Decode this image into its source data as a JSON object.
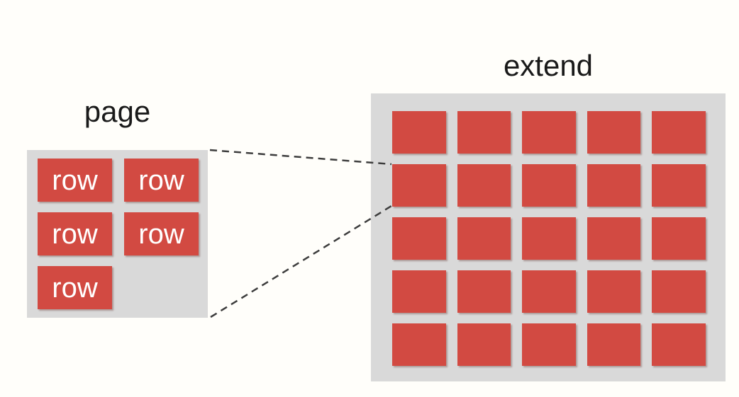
{
  "labels": {
    "page": "page",
    "extend": "extend"
  },
  "page_panel": {
    "columns": 2,
    "cells": [
      "row",
      "row",
      "row",
      "row",
      "row"
    ]
  },
  "extend_panel": {
    "rows": 5,
    "columns": 5,
    "cell_count": 25
  },
  "connectors": [
    {
      "from": "page-panel-top-right-corner",
      "to": "extend-grid-row2-cell1-top-left"
    },
    {
      "from": "page-panel-bottom-right-corner",
      "to": "extend-grid-row2-cell1-bottom-left"
    }
  ],
  "colors": {
    "background": "#fffefa",
    "panel": "#d9d9d9",
    "cell": "#d24a42",
    "cell_text": "#ffffff",
    "label_text": "#1a1a1a",
    "connector": "#3d3d3d"
  }
}
